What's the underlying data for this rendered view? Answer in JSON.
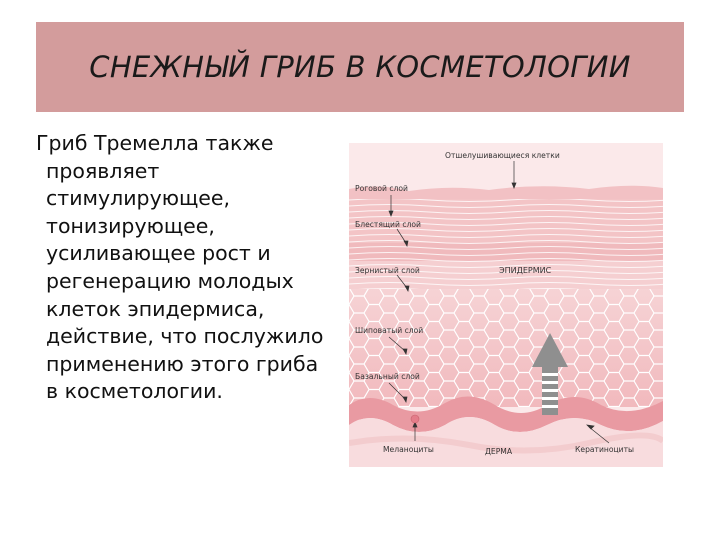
{
  "slide": {
    "title": "СНЕЖНЫЙ ГРИБ В КОСМЕТОЛОГИИ",
    "body": "Гриб  Тремелла также проявляет стимулирующее, тонизирующее, усиливающее рост и регенерацию молодых клеток эпидермиса, действие, что послужило применению этого гриба в косметологии."
  },
  "diagram": {
    "labels": {
      "exfoliating": "Отшелушивающиеся клетки",
      "stratum_corneum": "Роговой слой",
      "stratum_lucidum": "Блестящий слой",
      "stratum_granulosum": "Зернистый слой",
      "epidermis": "ЭПИДЕРМИС",
      "stratum_spinosum": "Шиповатый слой",
      "stratum_basale": "Базальный слой",
      "melanocytes": "Меланоциты",
      "dermis": "ДЕРМА",
      "keratinocytes": "Кератиноциты"
    },
    "colors": {
      "background": "#fbe9ea",
      "outer_layer": "#f3c4c6",
      "cells": "#f5cfd1",
      "cell_lines": "#ffffff",
      "arrow": "#8f8f8f",
      "base_layer": "#e99aa2"
    }
  }
}
